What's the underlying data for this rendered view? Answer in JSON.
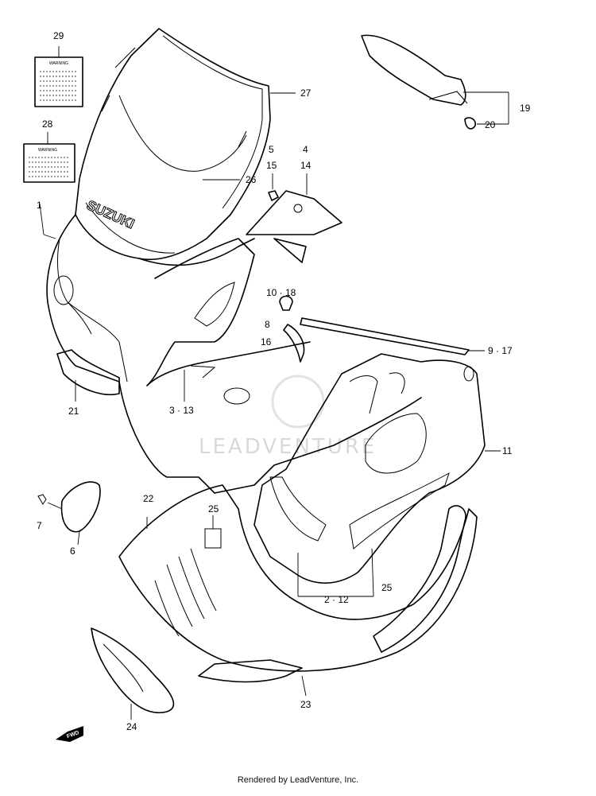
{
  "diagram": {
    "brand_decal": "SUZUKI",
    "warning_label_text": "WARNING",
    "fwd_marker": "FWD",
    "watermark": "LEADVENTURE",
    "footer": "Rendered by LeadVenture, Inc.",
    "callouts": {
      "c1": "1",
      "c2_12": "2 · 12",
      "c3_13": "3 · 13",
      "c4": "4",
      "c14": "14",
      "c5": "5",
      "c15": "15",
      "c6": "6",
      "c7": "7",
      "c8": "8",
      "c16": "16",
      "c9_17": "9 · 17",
      "c10_18": "10 · 18",
      "c11": "11",
      "c19": "19",
      "c20": "20",
      "c21": "21",
      "c22": "22",
      "c23": "23",
      "c24": "24",
      "c25a": "25",
      "c25b": "25",
      "c26": "26",
      "c27": "27",
      "c28": "28",
      "c29": "29"
    }
  }
}
